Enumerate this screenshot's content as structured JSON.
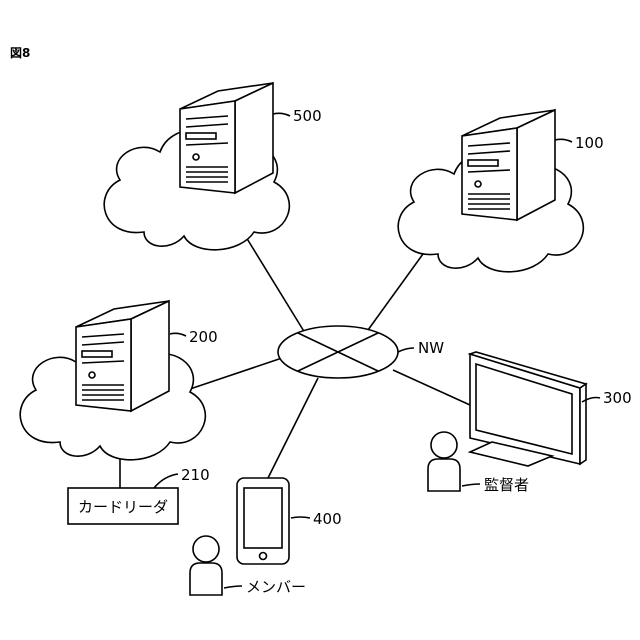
{
  "figure_label": "図8",
  "network": {
    "label": "NW"
  },
  "server_500": {
    "label": "500"
  },
  "server_100": {
    "label": "100"
  },
  "server_200": {
    "label": "200"
  },
  "card_reader": {
    "ref": "210",
    "text": "カードリーダ"
  },
  "monitor": {
    "label": "300"
  },
  "supervisor": {
    "text": "監督者"
  },
  "smartphone": {
    "label": "400"
  },
  "member": {
    "text": "メンバー"
  }
}
